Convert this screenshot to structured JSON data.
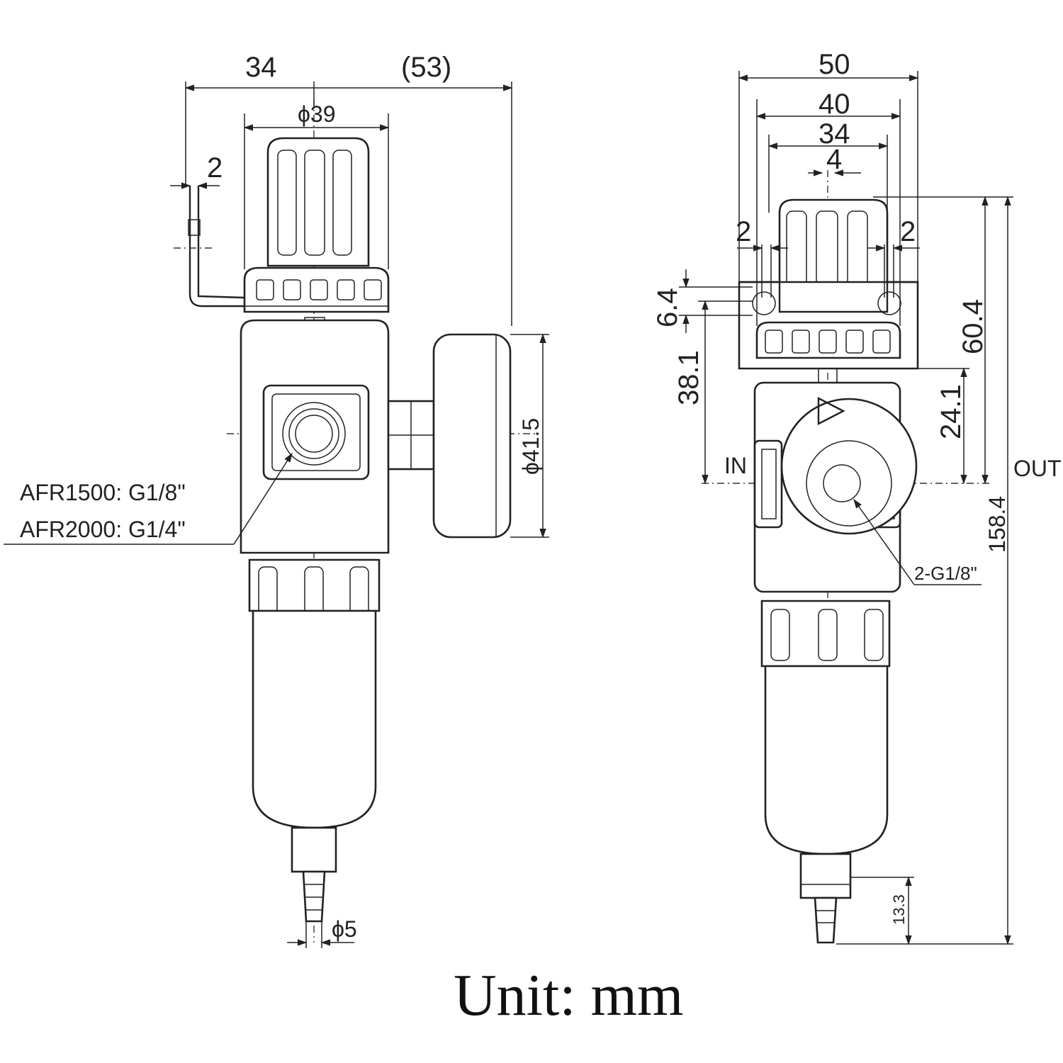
{
  "front_view": {
    "dims": {
      "width_left": "34",
      "width_right": "(53)",
      "knob_diameter": "ϕ39",
      "bracket_gap": "2",
      "gauge_diameter": "ϕ41.5",
      "drain_diameter": "ϕ5"
    },
    "port_labels": [
      "AFR1500: G1/8\"",
      "AFR2000: G1/4\""
    ]
  },
  "side_view": {
    "dims": {
      "width_50": "50",
      "width_40": "40",
      "width_34": "34",
      "width_4": "4",
      "gap_left": "2",
      "gap_right": "2",
      "h_6_4": "6.4",
      "h_38_1": "38.1",
      "h_60_4": "60.4",
      "h_24_1": "24.1",
      "h_158_4": "158.4",
      "h_13_3": "13.3"
    },
    "in_label": "IN",
    "out_label": "OUT",
    "gauge_port_label": "2-G1/8\""
  },
  "footer": {
    "unit_label": "Unit: mm"
  }
}
